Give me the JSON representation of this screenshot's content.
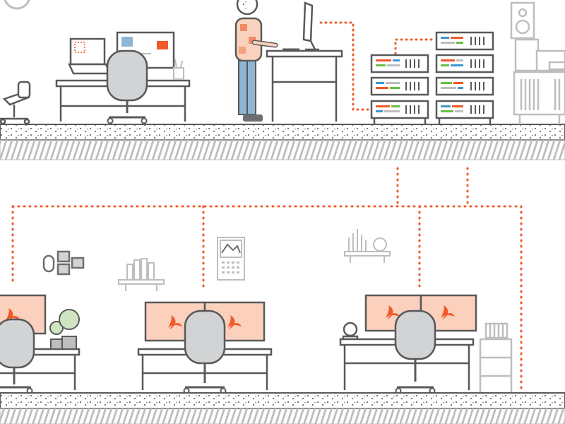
{
  "colors": {
    "outline": "#58595b",
    "light_gray": "#bcbec0",
    "chair_fill": "#d1d3d4",
    "accent_orange": "#f05a28",
    "screen_peach": "#fbd1bd",
    "skin": "#f9d2bd",
    "jeans": "#8eb6d2",
    "floor_dots": "#6d6e71",
    "led_green": "#6abd45",
    "led_blue": "#3f97d3"
  },
  "icons": {
    "app_logo": "pdf-acrobat-logo-icon",
    "upper_left_chair": "office-chair-icon",
    "speaker": "speaker-icon",
    "picture_frame": "picture-frame-icon",
    "calendar": "calendar-icon",
    "bookshelf": "bookshelf-icon",
    "desk_lamp": "desk-lamp-icon",
    "plant": "potted-plant-icon"
  },
  "scene": {
    "upper_floor": {
      "workstations": 1,
      "standing_desk": true,
      "server_rack_columns": 2,
      "server_units_per_column": 4
    },
    "lower_floor": {
      "workstations": 3,
      "monitors_per_workstation": 2
    },
    "network_lines": "dotted-orange"
  }
}
